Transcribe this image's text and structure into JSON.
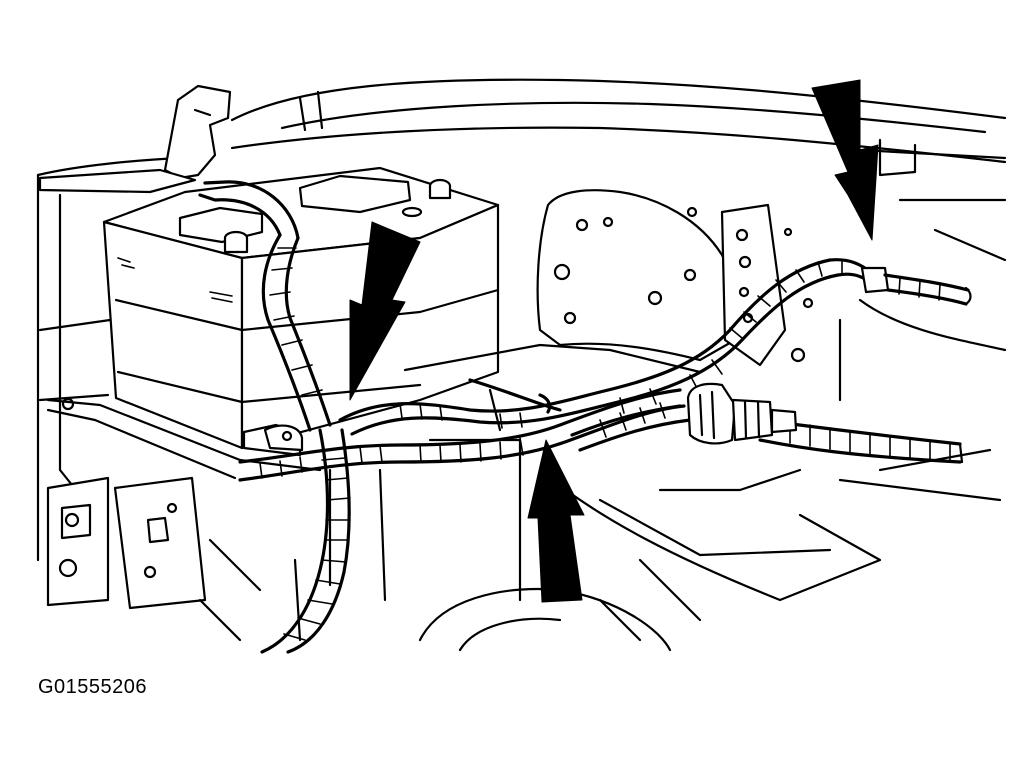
{
  "figure": {
    "id_label": "G01555206"
  },
  "colors": {
    "line": "#000000",
    "background": "#ffffff",
    "arrow_fill": "#000000"
  },
  "arrows": [
    {
      "name": "arrow-1",
      "direction": "down"
    },
    {
      "name": "arrow-2",
      "direction": "down"
    },
    {
      "name": "arrow-3",
      "direction": "up"
    }
  ]
}
